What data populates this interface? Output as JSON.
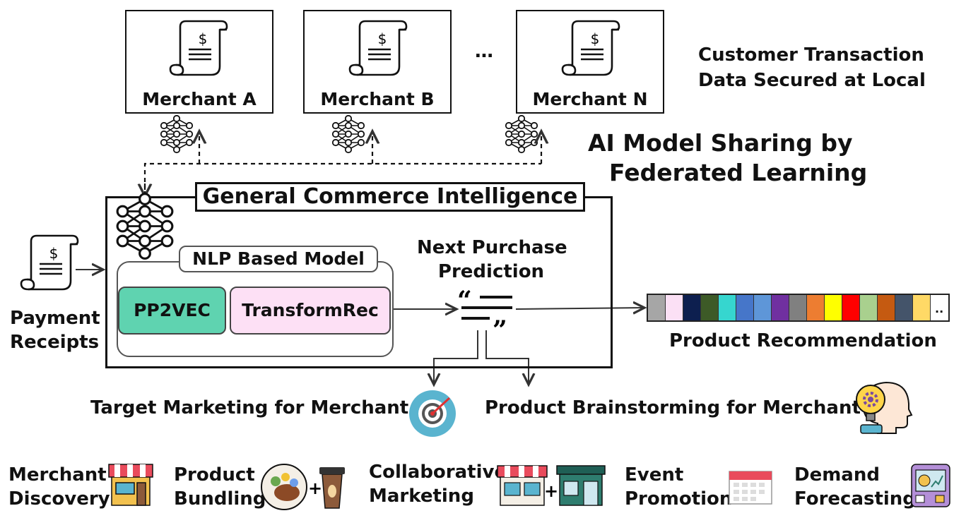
{
  "merchants": [
    {
      "label": "Merchant A"
    },
    {
      "label": "Merchant B"
    },
    {
      "label": "Merchant N"
    }
  ],
  "ellipsis": "…",
  "top_note": {
    "line1": "Customer Transaction",
    "line2": "Data Secured at Local"
  },
  "federated": {
    "line1": "AI Model Sharing by",
    "line2": "Federated Learning"
  },
  "gci_title": "General Commerce Intelligence",
  "nlp_title": "NLP Based Model",
  "models": [
    {
      "label": "PP2VEC",
      "color": "#5fd3b0"
    },
    {
      "label": "TransformRec",
      "color": "#fde0f5"
    }
  ],
  "payment": {
    "line1": "Payment",
    "line2": "Receipts"
  },
  "prediction": {
    "line1": "Next Purchase",
    "line2": "Prediction"
  },
  "recommendation": {
    "label": "Product Recommendation",
    "colors": [
      "#a6a6a6",
      "#fbe0f5",
      "#0d1f4f",
      "#3d5a27",
      "#36d6cf",
      "#4676c9",
      "#5e96d8",
      "#7030a0",
      "#808080",
      "#ed7d31",
      "#ffff00",
      "#ff0000",
      "#a9d08e",
      "#c55a11",
      "#44546a",
      "#ffd966",
      "#ffffff"
    ],
    "end_mark": ".."
  },
  "outputs": {
    "target": "Target Marketing for Merchant",
    "brainstorm": "Product Brainstorming for Merchant"
  },
  "applications": [
    {
      "line1": "Merchant",
      "line2": "Discovery",
      "icon": "storefront-icon"
    },
    {
      "line1": "Product",
      "line2": "Bundling",
      "icon": "food-coffee-icon"
    },
    {
      "line1": "Collaborative",
      "line2": "Marketing",
      "icon": "two-stores-icon"
    },
    {
      "line1": "Event",
      "line2": "Promotion",
      "icon": "calendar-icon"
    },
    {
      "line1": "Demand",
      "line2": "Forecasting",
      "icon": "forecast-tablet-icon"
    }
  ],
  "plus": "+",
  "currency_symbol": "$"
}
